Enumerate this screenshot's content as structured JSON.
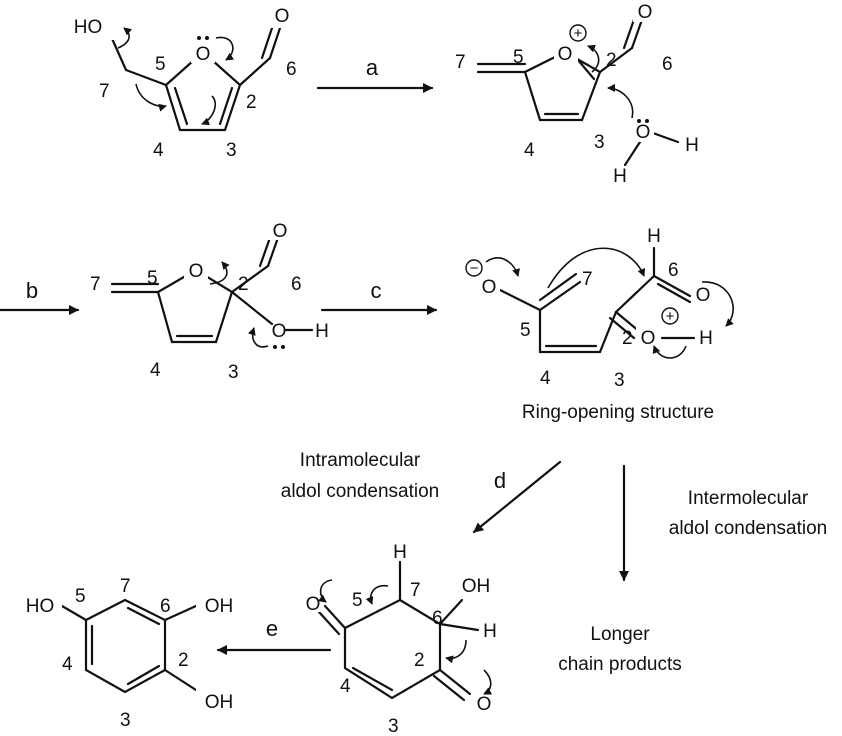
{
  "atoms": {
    "O": "O",
    "HO": "HO",
    "OH": "OH",
    "H": "H",
    "plus": "+",
    "minus": "−"
  },
  "numbers": {
    "n2": "2",
    "n3": "3",
    "n4": "4",
    "n5": "5",
    "n6": "6",
    "n7": "7"
  },
  "steps": {
    "a": "a",
    "b": "b",
    "c": "c",
    "d": "d",
    "e": "e"
  },
  "captions": {
    "ring_opening": "Ring-opening structure",
    "intra_line1": "Intramolecular",
    "intra_line2": "aldol condensation",
    "inter_line1": "Intermolecular",
    "inter_line2": "aldol condensation",
    "longer_line1": "Longer",
    "longer_line2": "chain products"
  }
}
